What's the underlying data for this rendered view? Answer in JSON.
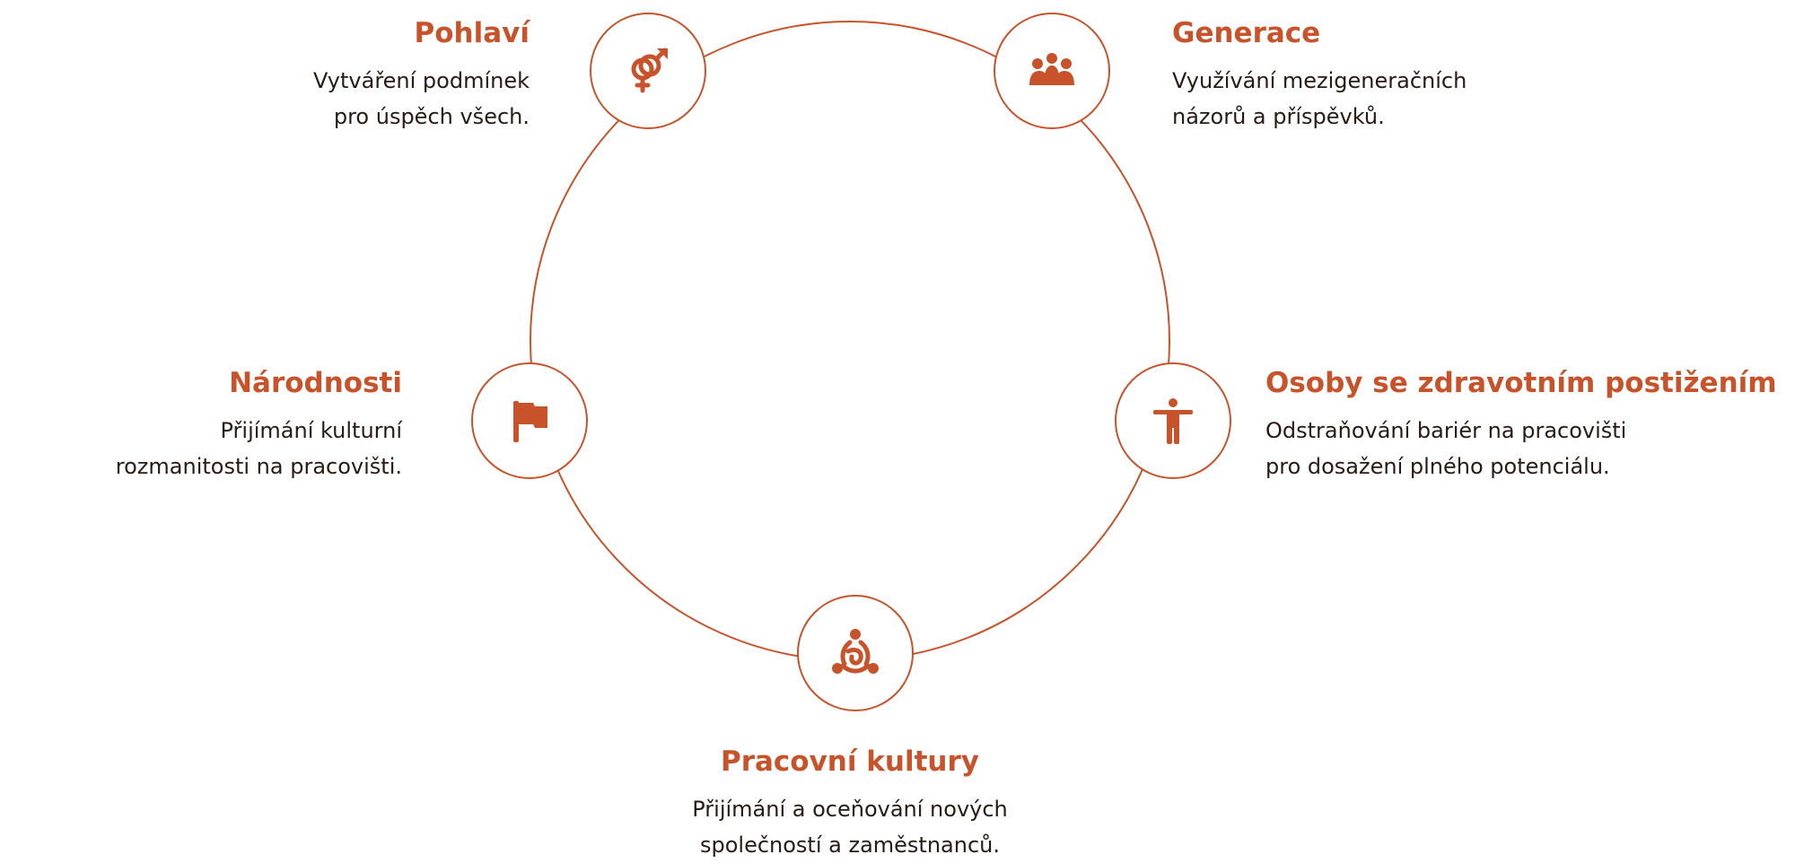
{
  "colors": {
    "accent": "#c8532a",
    "text": "#2b1a14",
    "background": "#ffffff"
  },
  "items": [
    {
      "id": "pohlavi",
      "icon": "gender-icon",
      "title": "Pohlaví",
      "lines": [
        "Vytváření podmínek",
        "pro úspěch všech."
      ]
    },
    {
      "id": "generace",
      "icon": "group-people-icon",
      "title": "Generace",
      "lines": [
        "Využívání mezigeneračních",
        "názorů a příspěvků."
      ]
    },
    {
      "id": "osoby",
      "icon": "person-accessibility-icon",
      "title": "Osoby se zdravotním postižením",
      "lines": [
        "Odstraňování bariér na pracovišti",
        "pro dosažení plného potenciálu."
      ]
    },
    {
      "id": "pracovni-kultury",
      "icon": "interlinked-people-icon",
      "title": "Pracovní kultury",
      "lines": [
        "Přijímání a oceňování nových",
        "společností a zaměstnanců."
      ]
    },
    {
      "id": "narodnosti",
      "icon": "flag-icon",
      "title": "Národnosti",
      "lines": [
        "Přijímání kulturní",
        "rozmanitosti na pracovišti."
      ]
    }
  ]
}
